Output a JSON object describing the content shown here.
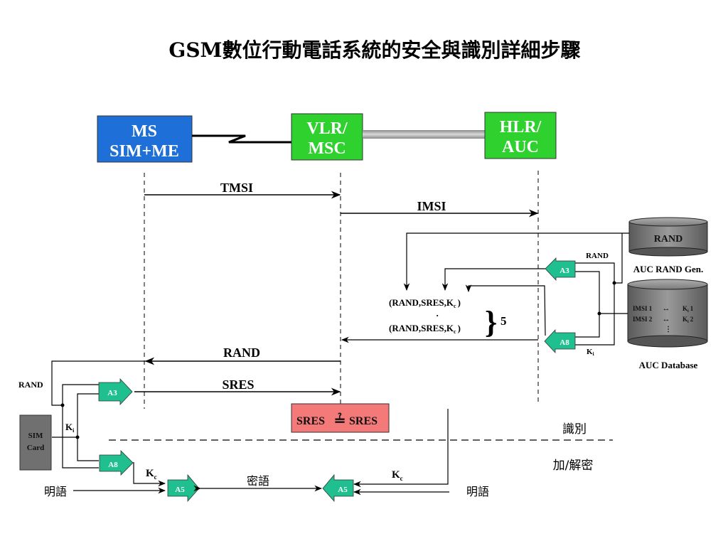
{
  "title": "GSM數位行動電話系統的安全與識別詳細步驟",
  "colors": {
    "ms_box": "#1f6fd8",
    "network_box": "#2ed12e",
    "algo_box": "#1fbf8f",
    "compare_box": "#f47a7a",
    "sim_card": "#707070",
    "db_cylinder": "#6e6e6e",
    "link": "#a9a9a9"
  },
  "entities": {
    "ms": {
      "line1": "MS",
      "line2": "SIM+ME"
    },
    "vlr": {
      "line1": "VLR/",
      "line2": "MSC"
    },
    "hlr": {
      "line1": "HLR/",
      "line2": "AUC"
    }
  },
  "messages": {
    "tmsi": "TMSI",
    "imsi": "IMSI",
    "rand": "RAND",
    "sres": "SRES"
  },
  "auc": {
    "rand_gen_label": "RAND",
    "rand_gen_caption": "AUC RAND Gen.",
    "database_caption": "AUC Database",
    "db_rows": [
      {
        "imsi": "IMSI 1",
        "ki": "K",
        "ki_sub": "i",
        "ki_idx": "1"
      },
      {
        "imsi": "IMSI 2",
        "ki": "K",
        "ki_sub": "i",
        "ki_idx": "2"
      }
    ],
    "db_more": "⋮",
    "rand_label": "RAND",
    "ki_label": "K",
    "ki_sub": "i"
  },
  "triplets": {
    "row1": "(RAND,SRES,K",
    "row2": "(RAND,SRES,K",
    "sub": "c",
    "close": ")",
    "dot": "·",
    "count": "5"
  },
  "algorithms": {
    "a3": "A3",
    "a8": "A8",
    "a5": "A5"
  },
  "sim": {
    "line1": "SIM",
    "line2": "Card",
    "rand_label": "RAND",
    "ki_label": "K",
    "ki_sub": "i",
    "kc_label": "K",
    "kc_sub": "c"
  },
  "compare": {
    "left": "SRES",
    "symbol": "≟",
    "right": "SRES"
  },
  "sections": {
    "identification": "識別",
    "encryption": "加/解密"
  },
  "crypto": {
    "plaintext_left": "明語",
    "ciphertext": "密語",
    "plaintext_right": "明語",
    "kc_label": "K",
    "kc_sub": "c"
  }
}
